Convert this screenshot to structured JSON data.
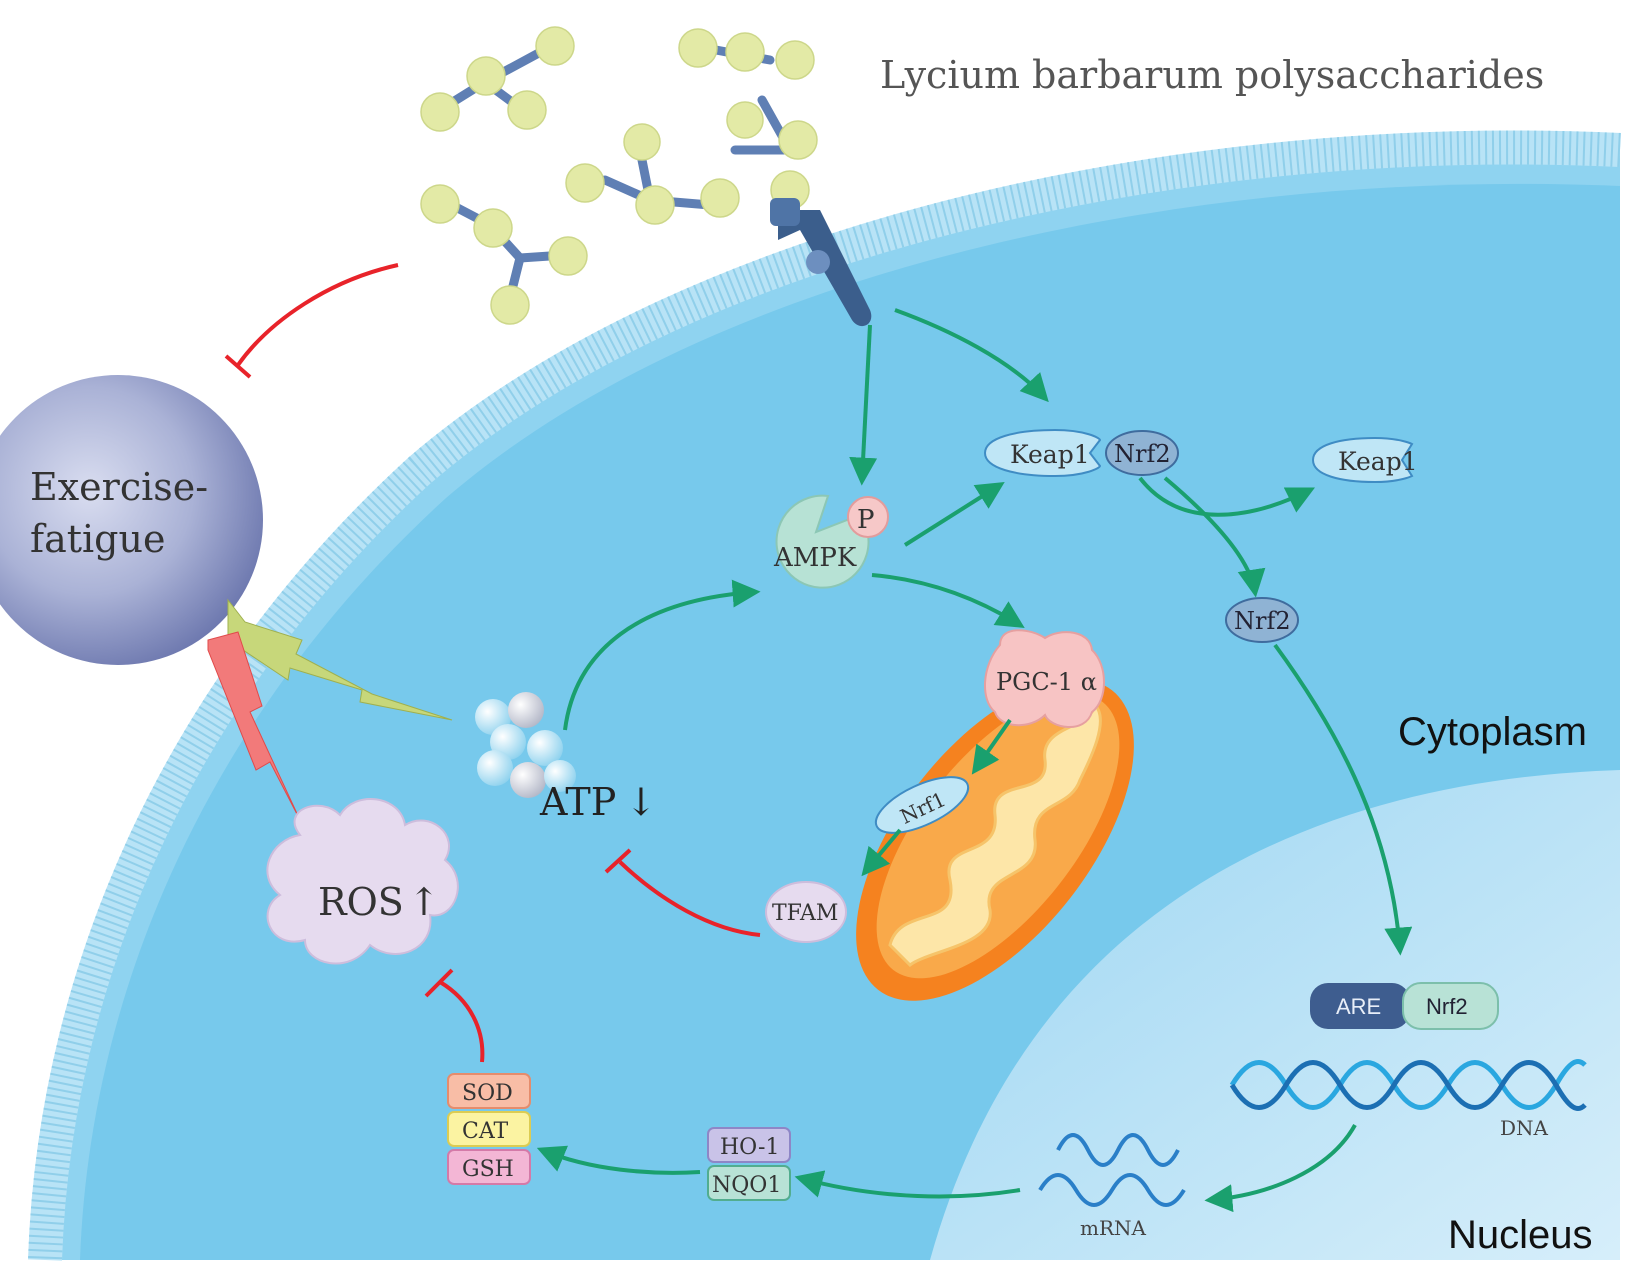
{
  "title": "Lycium barbarum polysaccharides",
  "regions": {
    "cytoplasm": "Cytoplasm",
    "nucleus": "Nucleus"
  },
  "nodes": {
    "exercise_line1": "Exercise-",
    "exercise_line2": "fatigue",
    "ros": "ROS",
    "atp": "ATP",
    "ampk": "AMPK",
    "phospho": "P",
    "keap1_bound": "Keap1",
    "nrf2_bound": "Nrf2",
    "keap1_free": "Keap1",
    "nrf2_free": "Nrf2",
    "pgc1a": "PGC-1 α",
    "nrf1": "Nrf1",
    "tfam": "TFAM",
    "are": "ARE",
    "nrf2_nuclear": "Nrf2",
    "dna": "DNA",
    "mrna": "mRNA",
    "ho1": "HO-1",
    "nqo1": "NQO1",
    "sod": "SOD",
    "cat": "CAT",
    "gsh": "GSH"
  },
  "arrows": {
    "up": "↑",
    "down": "↓"
  },
  "colors": {
    "activation_arrow": "#1aa06e",
    "inhibition_arrow": "#e8232a",
    "cytoplasm": "#74c8ec",
    "nucleus": "#a6dbf4",
    "polysaccharide": "#e3eaa6",
    "linker": "#5f7fb4"
  }
}
